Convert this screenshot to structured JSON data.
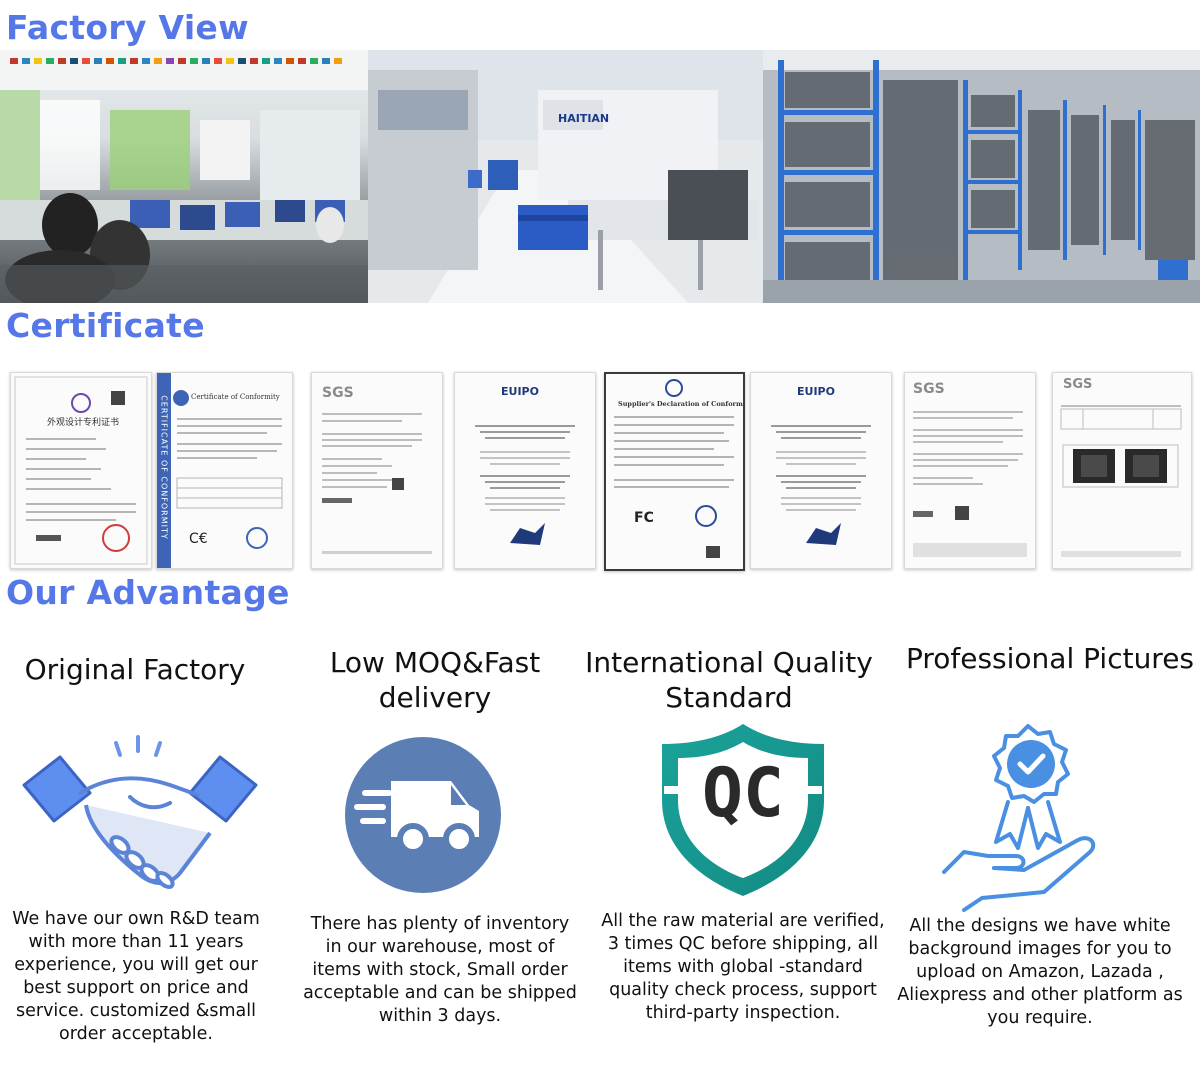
{
  "sections": {
    "factory_title": "Factory View",
    "certificate_title": "Certificate",
    "advantage_title": "Our Advantage"
  },
  "factory_photos": [
    {
      "name": "office-photo"
    },
    {
      "name": "production-line-photo",
      "sign": "HAITIAN"
    },
    {
      "name": "warehouse-photo"
    }
  ],
  "certificates": [
    {
      "heading": "外观设计专利证书"
    },
    {
      "heading": "Certificate of Conformity",
      "side": "CERTIFICATE OF CONFORMITY"
    },
    {
      "heading": "SGS"
    },
    {
      "heading": "EUIPO"
    },
    {
      "heading": "Supplier's Declaration of Conformity"
    },
    {
      "heading": "EUIPO"
    },
    {
      "heading": "SGS"
    },
    {
      "heading": "SGS"
    }
  ],
  "advantages": [
    {
      "title": "Original Factory",
      "icon": "handshake-icon",
      "desc": "We have our own R&D team with more than 11 years experience, you will get our best support on price and service. customized &small order acceptable."
    },
    {
      "title": "Low MOQ&Fast delivery",
      "icon": "delivery-truck-icon",
      "desc": "There has plenty of inventory in our warehouse, most of items with stock, Small order acceptable and can be shipped within 3 days."
    },
    {
      "title": "International Quality Standard",
      "icon": "qc-shield-icon",
      "icon_text": "QC",
      "desc": "All the raw material are verified, 3 times QC before shipping, all items with global -standard quality check process, support third-party inspection."
    },
    {
      "title": "Professional Pictures",
      "icon": "award-hand-icon",
      "desc": "All the designs we have white background images for you to upload on Amazon, Lazada , Aliexpress and other platform as you require."
    }
  ],
  "colors": {
    "heading_blue": "#5577e8",
    "icon_blue": "#4a90e2",
    "truck_circle": "#5b7fb5",
    "qc_teal": "#1aa39a"
  }
}
